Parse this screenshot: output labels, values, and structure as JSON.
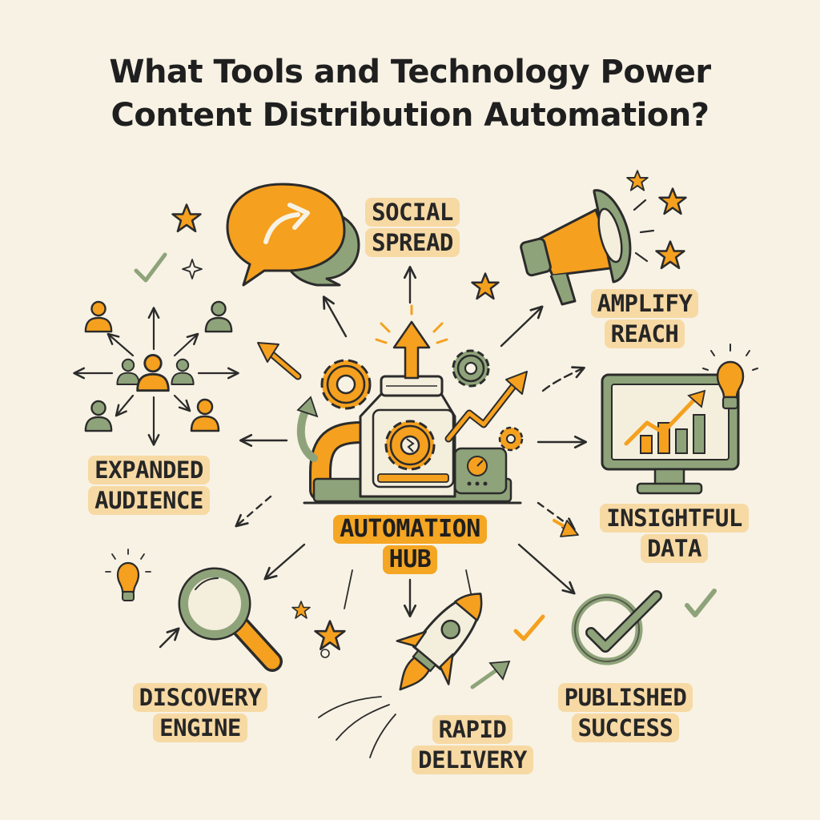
{
  "title": {
    "line1": "What Tools and Technology Power",
    "line2": "Content Distribution Automation?"
  },
  "nodes": {
    "hub": {
      "line1": "AUTOMATION",
      "line2": "HUB",
      "icon": "machine-icon"
    },
    "social": {
      "line1": "SOCIAL",
      "line2": "SPREAD",
      "icon": "speech-bubble-share-icon"
    },
    "amplify": {
      "line1": "AMPLIFY",
      "line2": "REACH",
      "icon": "megaphone-icon"
    },
    "insight": {
      "line1": "INSIGHTFUL",
      "line2": "DATA",
      "icon": "monitor-chart-icon"
    },
    "published": {
      "line1": "PUBLISHED",
      "line2": "SUCCESS",
      "icon": "checkmark-circle-icon"
    },
    "rapid": {
      "line1": "RAPID",
      "line2": "DELIVERY",
      "icon": "rocket-icon"
    },
    "discovery": {
      "line1": "DISCOVERY",
      "line2": "ENGINE",
      "icon": "magnifier-icon"
    },
    "audience": {
      "line1": "EXPANDED",
      "line2": "AUDIENCE",
      "icon": "people-network-icon"
    }
  },
  "colors": {
    "orange": "#f5a01e",
    "green": "#8fa37a",
    "ink": "#2b2b2b",
    "highlight": "#f7d9a4",
    "background": "#f7f2e4"
  }
}
